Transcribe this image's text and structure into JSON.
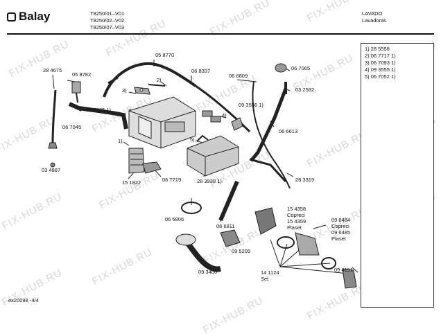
{
  "brand": {
    "name": "Balay"
  },
  "header": {
    "models": [
      "T8250/01–V01",
      "T8250/02–V02",
      "T8250/07–V03"
    ],
    "category": "LAVADO",
    "subcategory": "Lavadoras"
  },
  "parts_list": [
    "1) 28 5558",
    "2) 06 7717 1)",
    "3) 06 7093 1)",
    "4) 09 3555 1)",
    "5) 06 7052 1)"
  ],
  "part_labels": {
    "p284675": "28 4675",
    "p058782": "05 8782",
    "p058770": "05 8770",
    "p068337": "06 8337",
    "p066809": "06 6809",
    "p067065": "06 7065",
    "p032582": "03 2582",
    "p2": "2)",
    "p3": "3)",
    "p4": "4)",
    "p067325": "06 7325 1)",
    "p067045": "06 7045",
    "p1": "1)",
    "p5": "5)",
    "p093556": "09 3556 1)",
    "p066613": "06 6613",
    "p034887": "03 4887",
    "p151822": "15 1822",
    "p067719": "06 7719",
    "p283938": "28 3938 1)",
    "p283319": "28 3319",
    "p066806": "06 6806",
    "p066811": "06 6811",
    "p095205": "09 5205",
    "p093400": "09 3400",
    "p154358": "15 4358",
    "copreci1": "Copreci",
    "p154359": "15 4359",
    "plaset1": "Plaset",
    "p096484": "09 6484",
    "copreci2": "Copreci",
    "p096485": "09 6485",
    "plaset2": "Plaset",
    "p094151": "09 4151",
    "p141124": "14 1124",
    "set": "Set"
  },
  "footer": {
    "code": "ex20098 -4/4"
  },
  "watermark": {
    "text": "FIX-HUB.RU"
  }
}
